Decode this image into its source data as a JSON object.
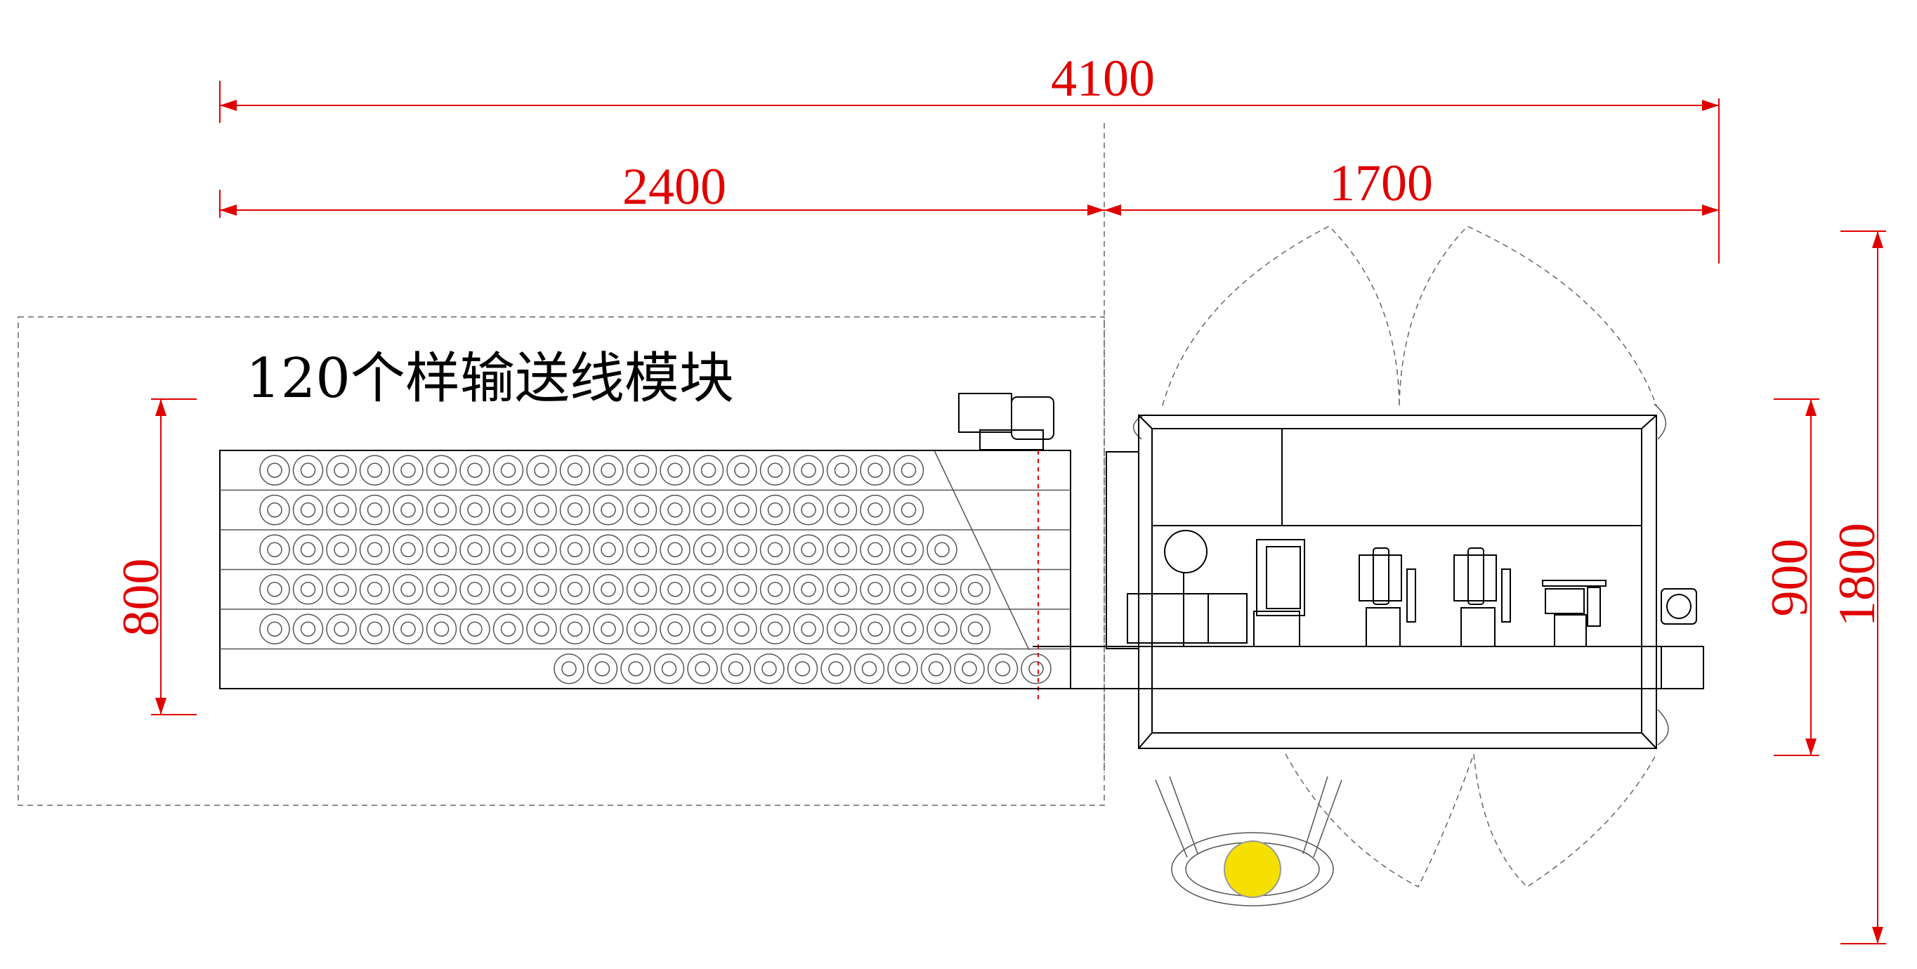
{
  "title": "120个样输送线模块",
  "dimensions": {
    "total_length": "4100",
    "conveyor_length": "2400",
    "machine_length": "1700",
    "conveyor_width": "800",
    "machine_width": "900",
    "total_width": "1800"
  },
  "conveyor": {
    "sample_count": 120,
    "row_counts": [
      20,
      20,
      21,
      22,
      22,
      15
    ]
  },
  "colors": {
    "dimension": "#e00000",
    "operator": "#f5e000"
  }
}
